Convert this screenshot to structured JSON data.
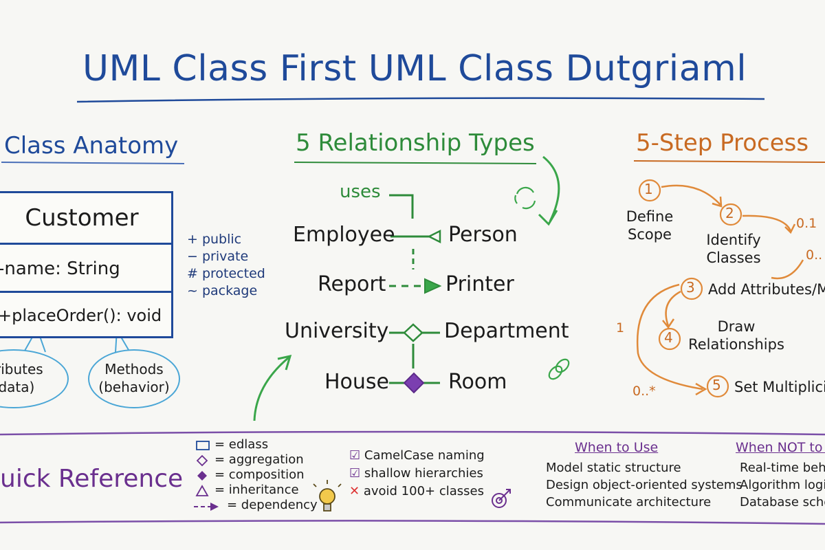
{
  "title": "UML Class First UML Class Dutgriaml",
  "sections": {
    "anatomy": "Class Anatomy",
    "relationships": "5 Relationship Types",
    "process": "5-Step Process"
  },
  "class_box": {
    "name": "Customer",
    "attribute": "-name: String",
    "method": "+placeOrder(): void"
  },
  "bubbles": {
    "attributes": [
      "ttributes",
      "(data)"
    ],
    "methods": [
      "Methods",
      "(behavior)"
    ]
  },
  "visibility": [
    "+ public",
    "− private",
    "# protected",
    "~ package"
  ],
  "relationships": {
    "uses": "uses",
    "rows": [
      {
        "left": "Employee",
        "right": "Person",
        "kind": "inheritance"
      },
      {
        "left": "Report",
        "right": "Printer",
        "kind": "dependency"
      },
      {
        "left": "University",
        "right": "Department",
        "kind": "aggregation"
      },
      {
        "left": "House",
        "right": "Room",
        "kind": "composition"
      }
    ]
  },
  "process": {
    "steps": [
      {
        "num": "1",
        "lines": [
          "Define",
          "Scope"
        ]
      },
      {
        "num": "2",
        "lines": [
          "Identify",
          "Classes"
        ]
      },
      {
        "num": "3",
        "lines": [
          "Add Attributes/M"
        ]
      },
      {
        "num": "4",
        "lines": [
          "Draw",
          "Relationships"
        ]
      },
      {
        "num": "5",
        "lines": [
          "Set Multiplici"
        ]
      }
    ],
    "multiplicity": [
      "0.1",
      "0..",
      "1",
      "0..*"
    ]
  },
  "quick_reference": {
    "title": "uick Reference",
    "legend": [
      "= edlass",
      "= aggregation",
      "= composition",
      "= inheritance",
      "= dependency"
    ],
    "tips": [
      {
        "mark": "☑",
        "text": "CamelCase naming"
      },
      {
        "mark": "☑",
        "text": "shallow hierarchies"
      },
      {
        "mark": "✕",
        "text": "avoid 100+ classes"
      }
    ],
    "when_to_use": {
      "heading": "When to Use",
      "items": [
        "Model static structure",
        "Design object-oriented systems",
        "Communicate architecture"
      ]
    },
    "when_not": {
      "heading": "When NOT to U",
      "items": [
        "Real-time beha",
        "Algorithm logic",
        "Database schen"
      ]
    }
  },
  "colors": {
    "blue": "#1f4a9a",
    "green": "#2e8b3a",
    "orange": "#c86a22",
    "purple": "#6a2f8e"
  }
}
